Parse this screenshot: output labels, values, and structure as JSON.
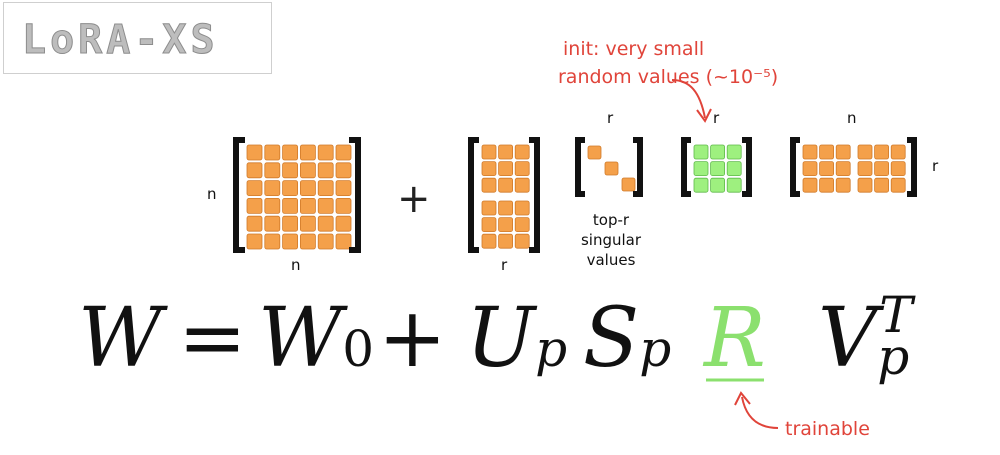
{
  "title": "LoRA-XS",
  "colors": {
    "frozen_cell": "#f4a04a",
    "frozen_cell_stroke": "#d07a2a",
    "trainable_cell": "#9ef07f",
    "trainable_cell_stroke": "#5fb94a",
    "annotation": "#e0443a"
  },
  "matrices": {
    "w0": {
      "row_label": "n",
      "col_label": "n",
      "rows": 6,
      "cols": 6
    },
    "plus": "+",
    "up": {
      "col_label": "r",
      "blocks": 2,
      "rows_per_block": 3,
      "cols": 3
    },
    "sp": {
      "top_label": "r",
      "diag": 3,
      "caption": [
        "top-r",
        "singular",
        "values"
      ]
    },
    "r": {
      "top_label": "r",
      "rows": 3,
      "cols": 3
    },
    "vt": {
      "top_label": "n",
      "row_label": "r",
      "blocks": 2,
      "rows": 3,
      "cols_per_block": 3
    }
  },
  "annotations": {
    "init": [
      "init: very small",
      "random values (~10⁻⁵)"
    ],
    "trainable": "trainable"
  },
  "equation": {
    "lhs": "W",
    "eq": "=",
    "w0_base": "W",
    "w0_sub": "0",
    "plus": "+",
    "up_base": "U",
    "up_sub": "p",
    "sp_base": "S",
    "sp_sub": "p",
    "r": "R",
    "vt_base": "V",
    "vt_sub": "p",
    "vt_sup": "T"
  }
}
